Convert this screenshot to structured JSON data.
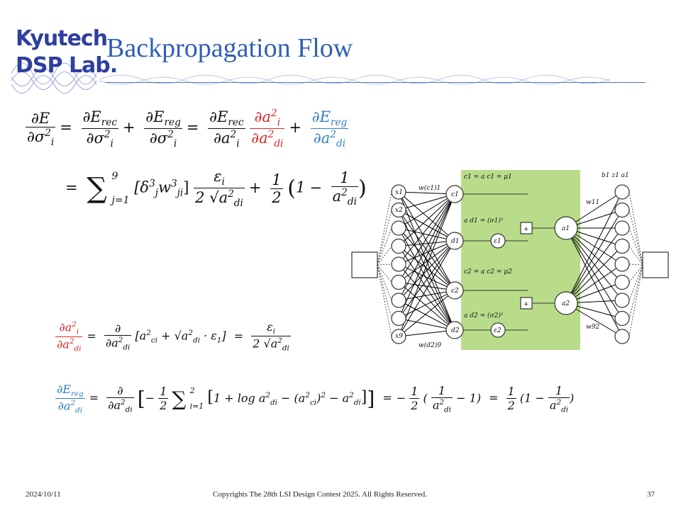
{
  "logo": {
    "line1": "Kyutech",
    "line2": "DSP Lab."
  },
  "title": "Backpropagation Flow",
  "equations": {
    "eq1_lhs_num": "∂E",
    "eq1_lhs_den": "∂σ",
    "eq1_t1_num": "∂E",
    "eq1_t1_den": "∂σ",
    "eq1_t2_num": "∂E",
    "eq1_t2_den": "∂σ",
    "eq1_t3_num": "∂E",
    "eq1_t3_den": "∂a",
    "eq1_t4_num": "∂a",
    "eq1_t4_den": "∂a",
    "eq1_t5_num": "∂E",
    "eq1_t5_den": "∂a",
    "eq2_sum": "∑",
    "eq2_upper": "9",
    "eq2_lower": "j=1",
    "eq2_bracket": "[δ",
    "eq2_eps": "ε",
    "eq2_root_coef": "2",
    "eq2_half_num": "1",
    "eq2_half_den": "2",
    "eq2_one": "1",
    "eq3_lhs_num": "∂a",
    "eq3_lhs_den": "∂a",
    "eq3_d_num": "∂",
    "eq3_d_den": "∂a",
    "eq3_body": "[a",
    "eq3_eps_num": "ε",
    "eq3_eps_den": "2",
    "eq4_lhs_num": "∂E",
    "eq4_lhs_den": "∂a",
    "eq4_d_num": "∂",
    "eq4_d_den": "∂a",
    "eq4_half_num": "1",
    "eq4_half_den": "2",
    "eq4_sum": "∑",
    "eq4_upper": "2",
    "eq4_lower": "i=1",
    "eq4_body": "1 + log a",
    "eq4_r1_num": "1",
    "eq4_r1_den": "a",
    "eq4_r2_num": "1",
    "eq4_r2_den": "a"
  },
  "diagram": {
    "inputs": [
      "x1",
      "x2",
      "x9"
    ],
    "hidden_labels": [
      "c1",
      "d1",
      "c2",
      "d2"
    ],
    "eps": [
      "ε1",
      "ε2"
    ],
    "outputs": [
      "a1",
      "a2"
    ],
    "plus": "+",
    "weights_left": [
      "w(c1)1",
      "w(d2)9"
    ],
    "weights_right": [
      "w11",
      "w92"
    ],
    "bias_top": "b1  z1  a1",
    "mu1": "c1 = a c1 = μ1",
    "sigma1": "a d1 = (σ1)²",
    "mu2": "c2 = a c2 = μ2",
    "sigma2": "a d2 = (σ2)²"
  },
  "colors": {
    "title": "#2f5fb8",
    "red": "#d42a2a",
    "blue": "#2f7fc1",
    "green_panel": "#b9dc8a",
    "logo": "#2e3f9e"
  },
  "footer": {
    "date": "2024/10/11",
    "copyright": "Copyrights The 28th LSI Design Contest 2025.  All Rights Reserved.",
    "page": "37"
  }
}
